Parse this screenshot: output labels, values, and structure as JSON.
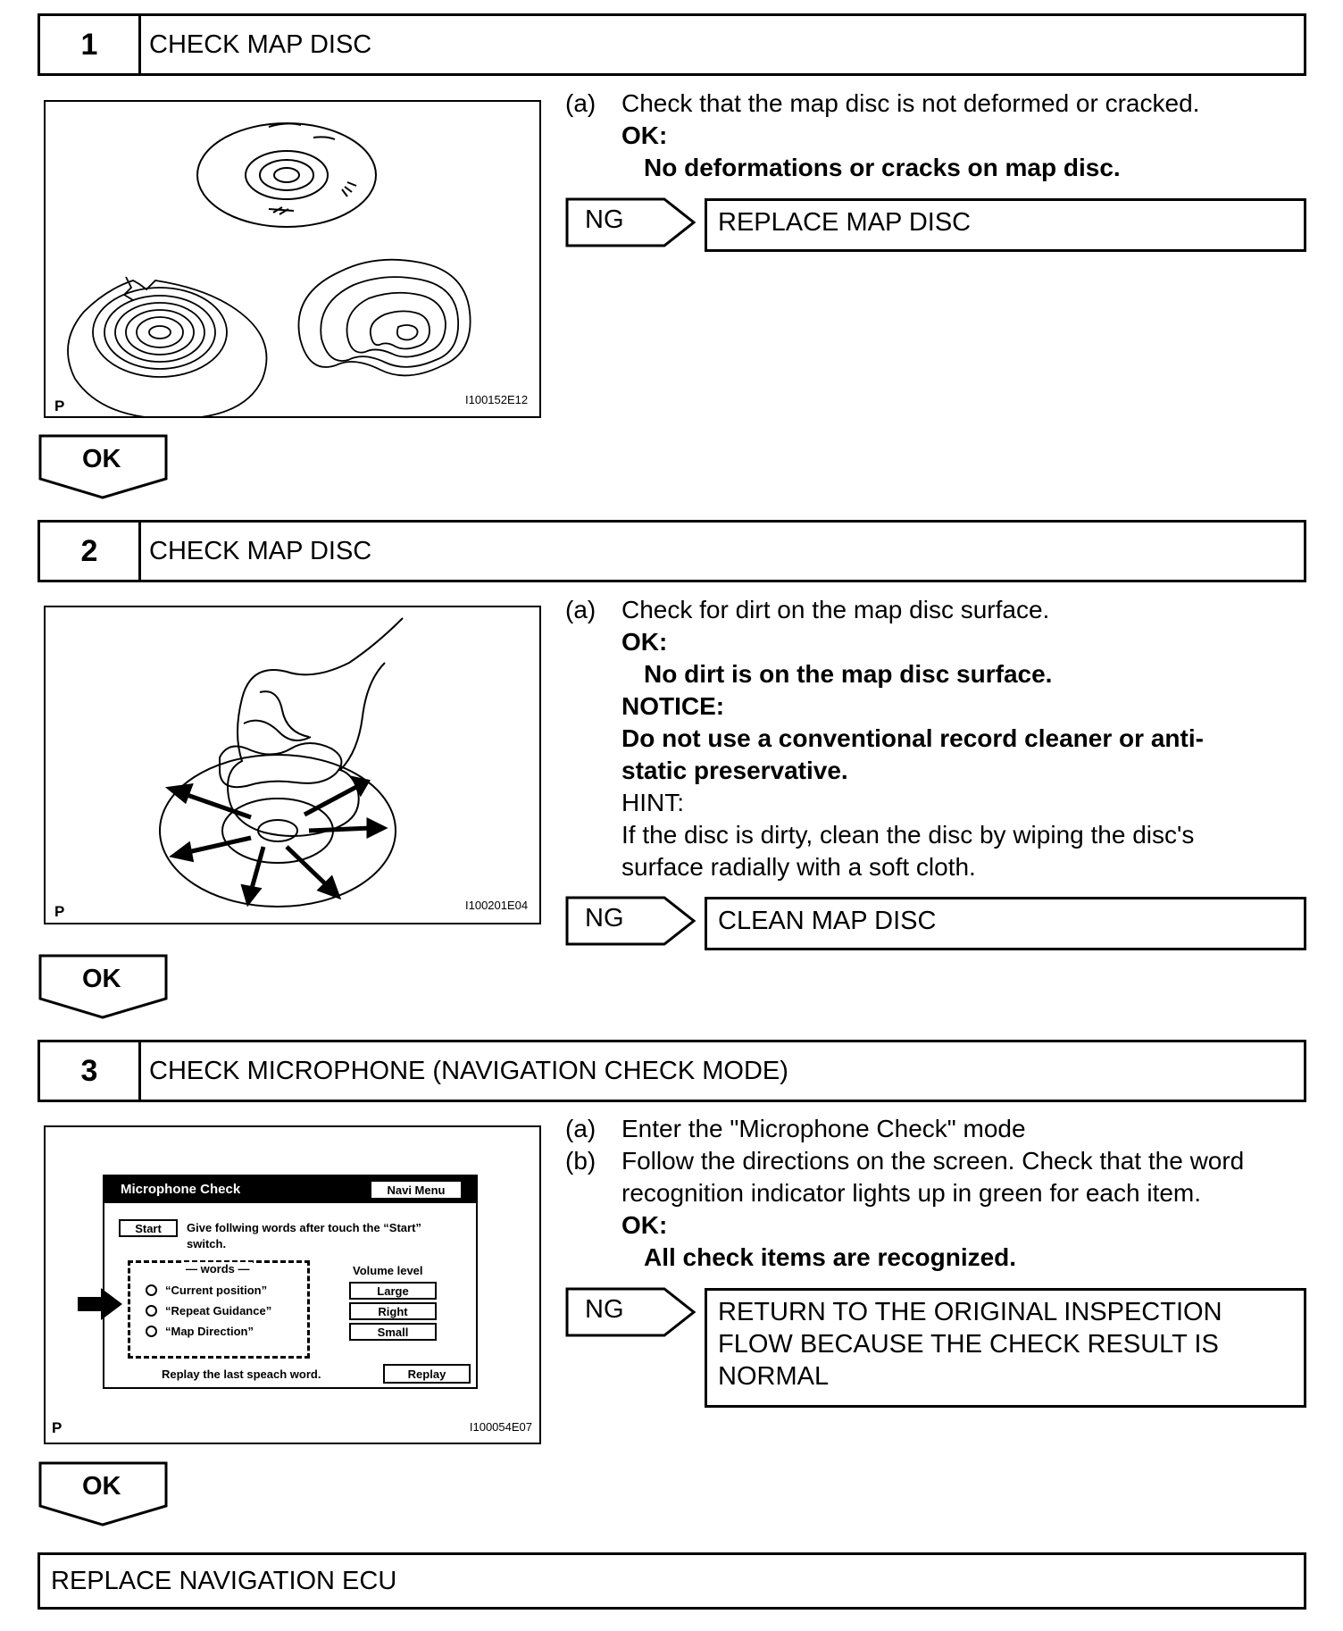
{
  "steps": [
    {
      "number": "1",
      "title": "CHECK MAP DISC",
      "figure": {
        "marker": "P",
        "code": "I100152E12"
      },
      "text": {
        "a_label": "(a)",
        "a_text": "Check that the map disc is not deformed or cracked.",
        "ok_label": "OK:",
        "ok_text": "No deformations or cracks on map disc."
      },
      "ng_label": "NG",
      "ng_result": "REPLACE MAP DISC",
      "ok_button": "OK"
    },
    {
      "number": "2",
      "title": "CHECK MAP DISC",
      "figure": {
        "marker": "P",
        "code": "I100201E04"
      },
      "text": {
        "a_label": "(a)",
        "a_text": "Check for dirt on the map disc surface.",
        "ok_label": "OK:",
        "ok_text": "No dirt is on the map disc surface.",
        "notice_label": "NOTICE:",
        "notice_line1": "Do not use a conventional record cleaner or anti-",
        "notice_line2": "static preservative.",
        "hint_label": "HINT:",
        "hint_line1": "If the disc is dirty, clean the disc by wiping the disc's",
        "hint_line2": "surface radially with a soft cloth."
      },
      "ng_label": "NG",
      "ng_result": "CLEAN MAP DISC",
      "ok_button": "OK"
    },
    {
      "number": "3",
      "title": "CHECK MICROPHONE (NAVIGATION CHECK MODE)",
      "figure": {
        "marker": "P",
        "code": "I100054E07",
        "screen": {
          "title": "Microphone Check",
          "navi_menu": "Navi Menu",
          "start": "Start",
          "instruction_line1": "Give follwing words after touch the “Start”",
          "instruction_line2": "switch.",
          "words_label": "— words —",
          "words": [
            "“Current position”",
            "“Repeat Guidance”",
            "“Map Direction”"
          ],
          "volume_label": "Volume level",
          "volume_options": [
            "Large",
            "Right",
            "Small"
          ],
          "replay_text": "Replay the last speach word.",
          "replay_button": "Replay"
        }
      },
      "text": {
        "a_label": "(a)",
        "a_text": "Enter the \"Microphone Check\" mode",
        "b_label": "(b)",
        "b_line1": "Follow the directions on the screen. Check that the word",
        "b_line2": "recognition indicator lights up in green for each item.",
        "ok_label": "OK:",
        "ok_text": "All check items are recognized."
      },
      "ng_label": "NG",
      "ng_result_lines": [
        "RETURN TO THE ORIGINAL INSPECTION",
        "FLOW BECAUSE THE CHECK RESULT IS",
        "NORMAL"
      ],
      "ok_button": "OK"
    }
  ],
  "final_action": "REPLACE NAVIGATION ECU"
}
